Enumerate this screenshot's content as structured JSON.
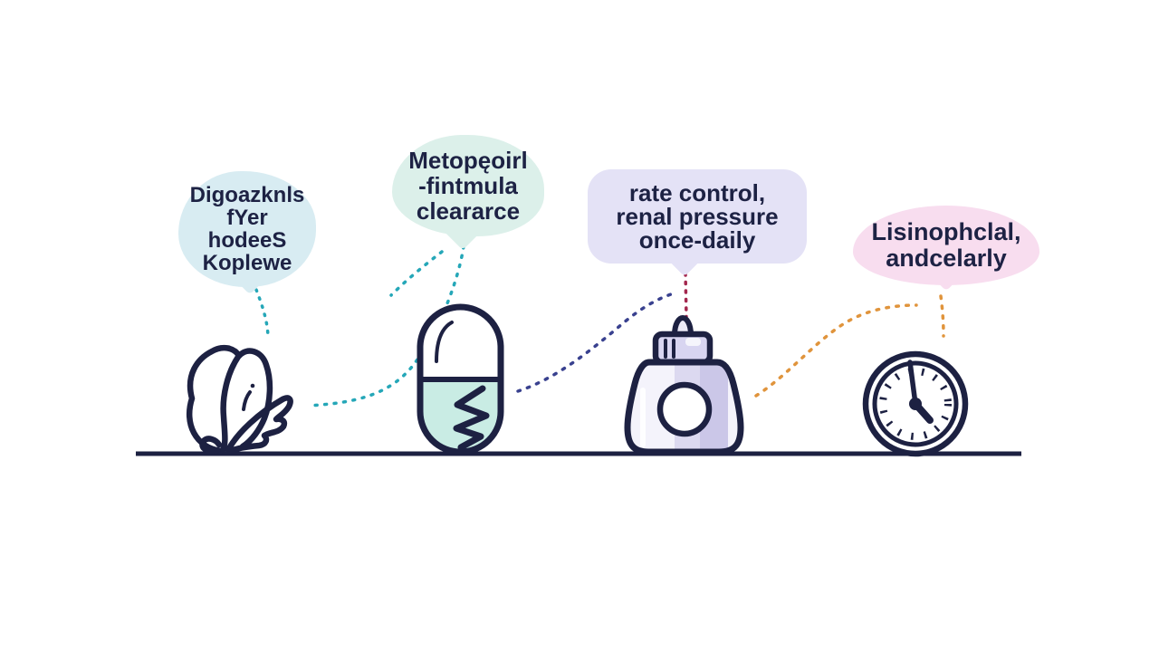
{
  "scene": {
    "background": "#ffffff",
    "outline_color": "#1d2142",
    "ground_color": "#1d2142",
    "text_color": "#1d2244"
  },
  "bubbles": [
    {
      "name": "herb-bubble",
      "color": "#d8ecf2",
      "lines": [
        "Digoazknls",
        "fYer",
        "hodeeS",
        "Koplewe"
      ]
    },
    {
      "name": "capsule-bubble",
      "color": "#dcf0ea",
      "lines": [
        "Metopęoirl",
        "-fintmula",
        "cleararce"
      ]
    },
    {
      "name": "bottle-bubble",
      "color": "#e4e2f6",
      "lines": [
        "rate control,",
        "renal pressure",
        "once-daily"
      ]
    },
    {
      "name": "clock-bubble",
      "color": "#f8ddef",
      "lines": [
        "Lisinophclal,",
        "andcelarly"
      ]
    }
  ],
  "icons": [
    {
      "name": "leaf-icon"
    },
    {
      "name": "capsule-icon",
      "fill": "#c9ece4"
    },
    {
      "name": "bottle-icon",
      "cap_fill": "#d8d5f1",
      "body_fill": "#f4f3fb",
      "stripe_fill": "#cbc7e8",
      "mid_stripe_fill": "#dcd9f0",
      "knob_fill": "#eceaf7"
    },
    {
      "name": "clock-icon"
    }
  ],
  "connectors": [
    {
      "name": "connector-1-teal",
      "color": "#25a7b8"
    },
    {
      "name": "connector-2a-teal",
      "color": "#25a7b8"
    },
    {
      "name": "connector-2b-teal",
      "color": "#25a7b8"
    },
    {
      "name": "connector-3a-navy",
      "color": "#39418f"
    },
    {
      "name": "connector-3b-red",
      "color": "#a3274e"
    },
    {
      "name": "connector-4a-orange",
      "color": "#e0943c"
    },
    {
      "name": "connector-4b-orange",
      "color": "#e0943c"
    }
  ]
}
